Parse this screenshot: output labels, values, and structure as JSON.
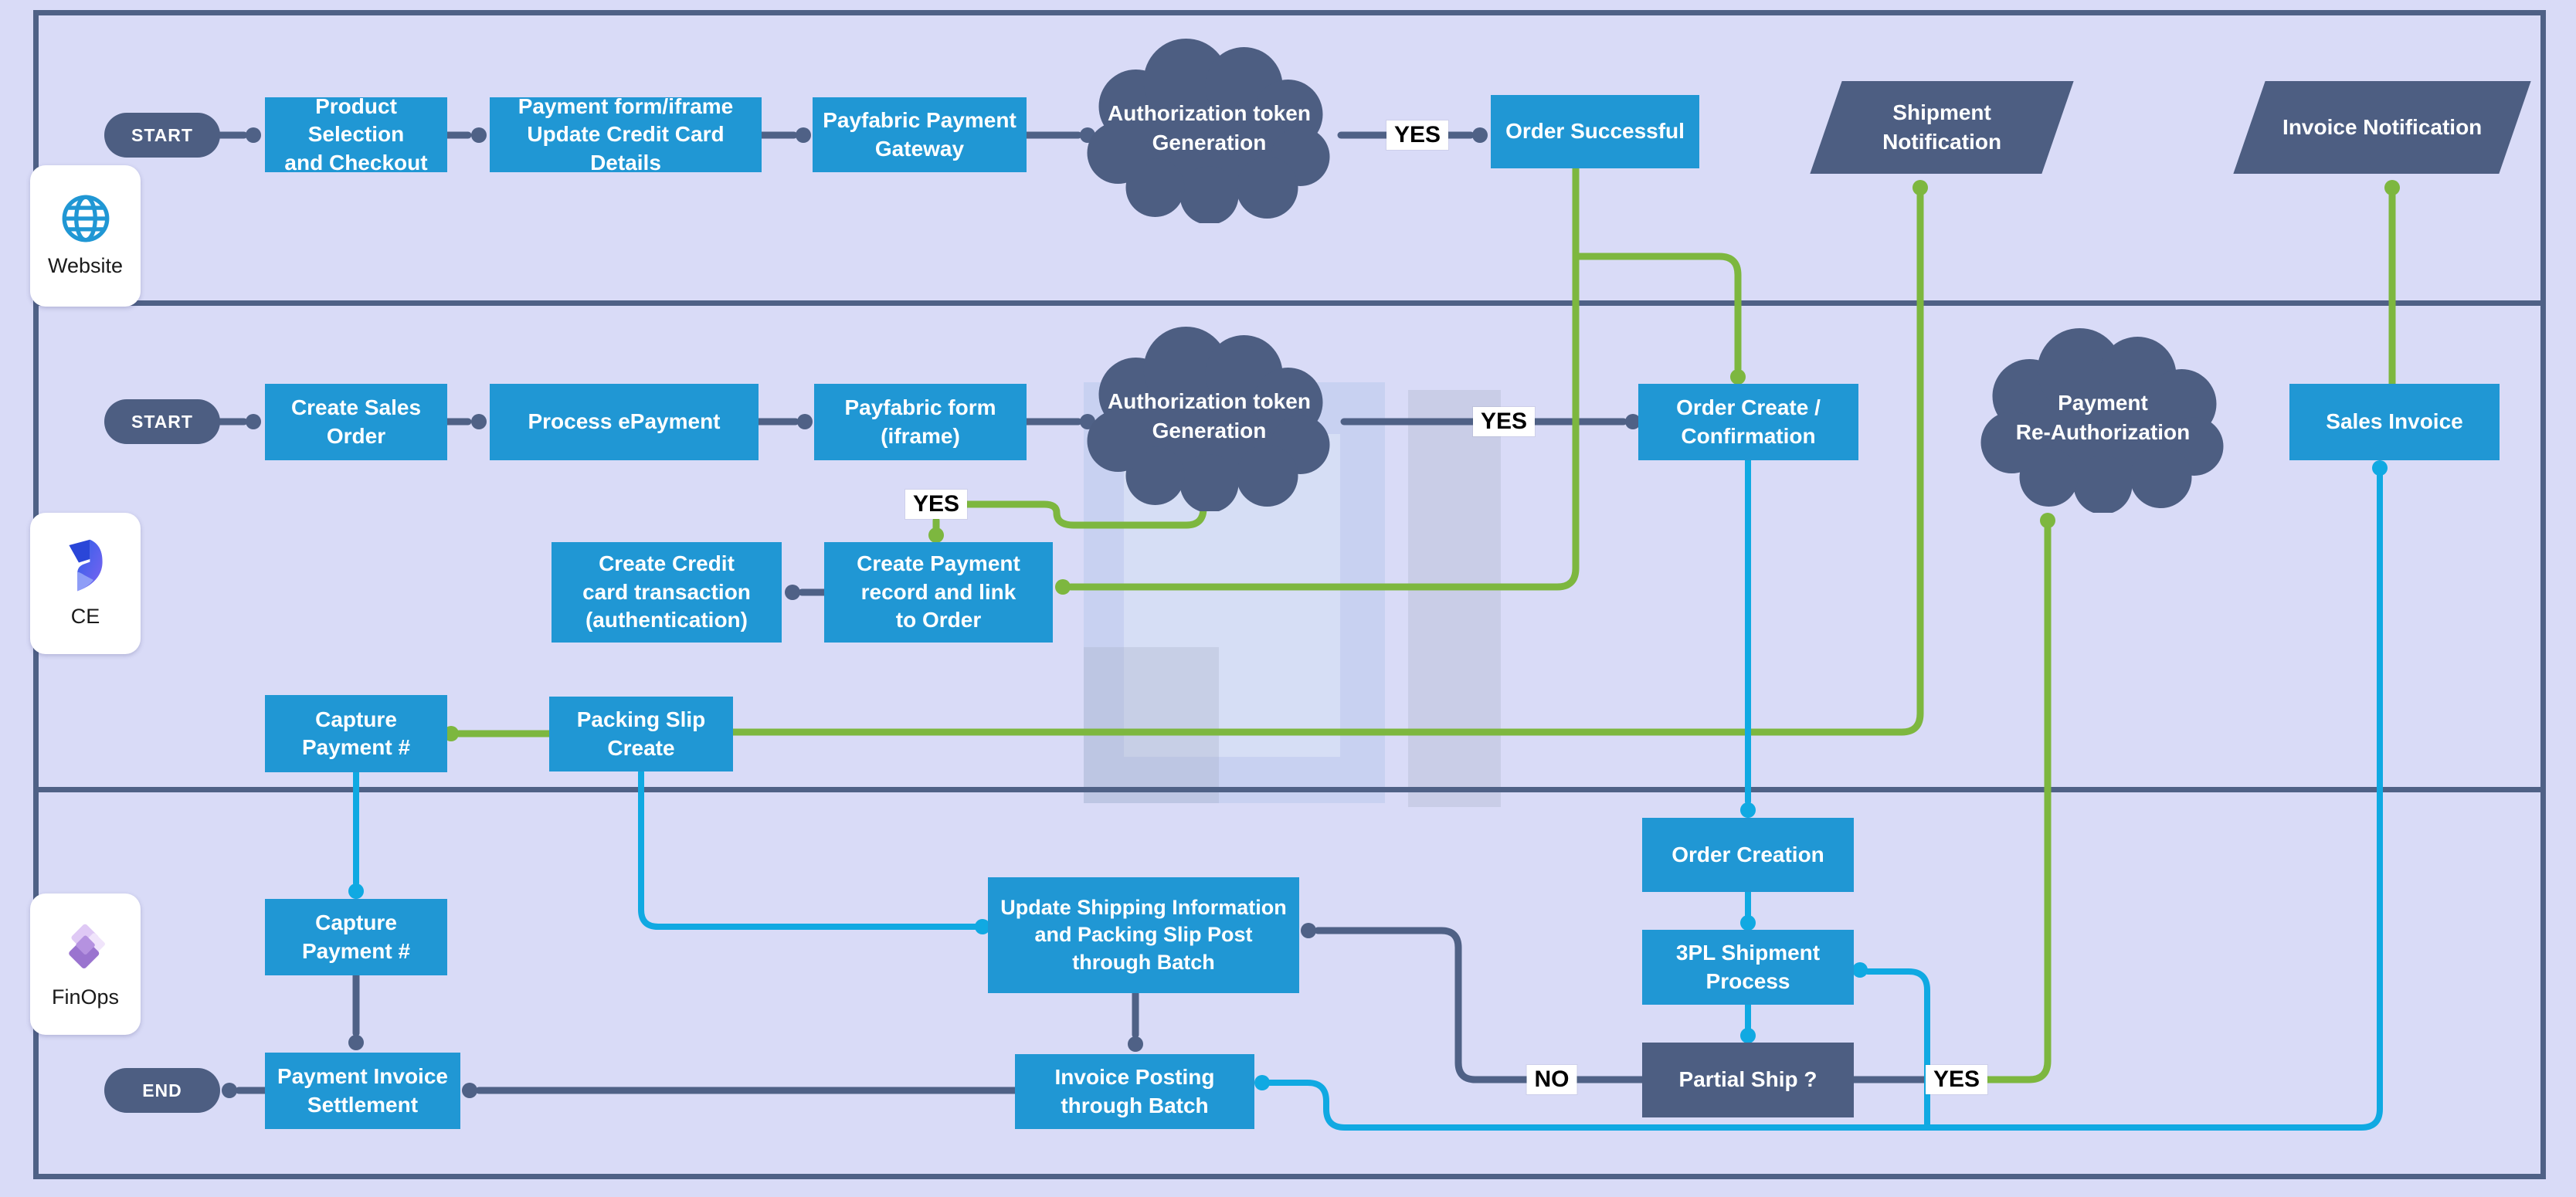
{
  "diagram": {
    "lanes": {
      "website": {
        "label": "Website"
      },
      "ce": {
        "label": "CE"
      },
      "finops": {
        "label": "FinOps"
      }
    },
    "labels": {
      "start": "START",
      "end": "END",
      "yes": "YES",
      "no": "NO"
    },
    "nodes": {
      "product_selection": "Product Selection\nand Checkout",
      "payment_form": "Payment form/iframe\nUpdate Credit Card Details",
      "payfabric_gateway": "Payfabric Payment\nGateway",
      "auth_token": "Authorization token\nGeneration",
      "order_successful": "Order Successful",
      "shipment_notification": "Shipment\nNotification",
      "invoice_notification": "Invoice Notification",
      "create_sales_order": "Create Sales\nOrder",
      "process_epayment": "Process ePayment",
      "payfabric_form": "Payfabric form\n(iframe)",
      "order_create": "Order Create /\nConfirmation",
      "payment_reauth": "Payment\nRe-Authorization",
      "sales_invoice": "Sales Invoice",
      "create_credit": "Create Credit\ncard transaction\n(authentication)",
      "create_payment_record": "Create Payment\nrecord and link\nto Order",
      "capture_payment": "Capture\nPayment #",
      "packing_slip": "Packing Slip\nCreate",
      "update_shipping": "Update Shipping Information\nand Packing Slip Post\nthrough Batch",
      "invoice_posting": "Invoice Posting\nthrough Batch",
      "payment_invoice_settlement": "Payment Invoice\nSettlement",
      "order_creation": "Order Creation",
      "three_pl": "3PL Shipment\nProcess",
      "partial_ship": "Partial Ship ?"
    },
    "colors": {
      "process_blue": "#2097d4",
      "dark_slate": "#4d5e82",
      "green_connector": "#7db73f",
      "cyan_connector": "#10a9e2",
      "dark_connector": "#4f6186",
      "background": "#d9dbf7"
    }
  }
}
